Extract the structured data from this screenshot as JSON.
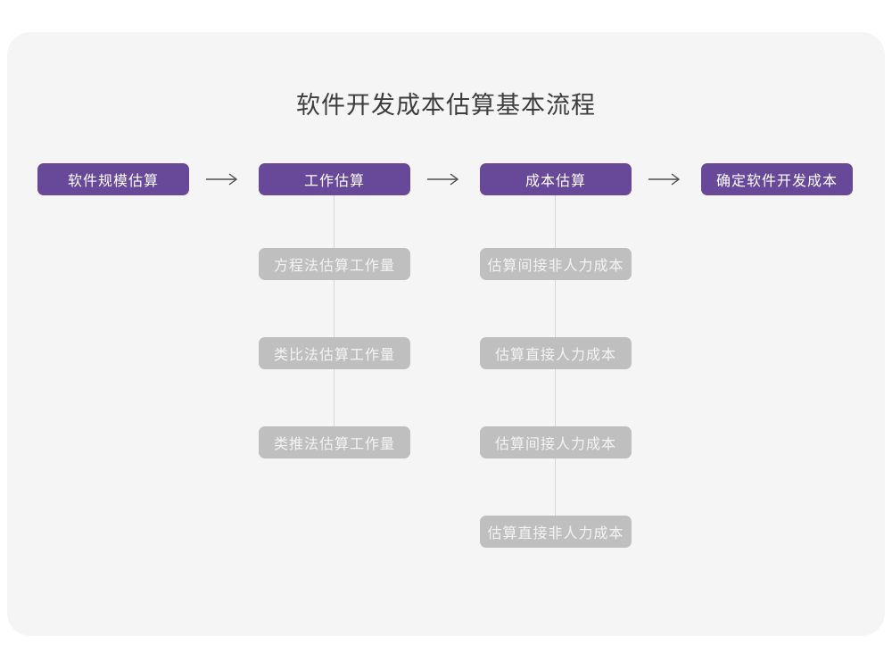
{
  "title": "软件开发成本估算基本流程",
  "colors": {
    "accent_purple": "#684899",
    "sub_box_gray": "#bfbfbf",
    "panel_background": "#f5f5f6",
    "connector_gray": "#d7d7d7",
    "arrow_dark": "#4d4d4d",
    "title_text": "#3d3d3d"
  },
  "flow_steps": [
    "软件规模估算",
    "工作估算",
    "成本估算",
    "确定软件开发成本"
  ],
  "work_methods": [
    "方程法估算工作量",
    "类比法估算工作量",
    "类推法估算工作量"
  ],
  "cost_items": [
    "估算间接非人力成本",
    "估算直接人力成本",
    "估算间接人力成本",
    "估算直接非人力成本"
  ]
}
